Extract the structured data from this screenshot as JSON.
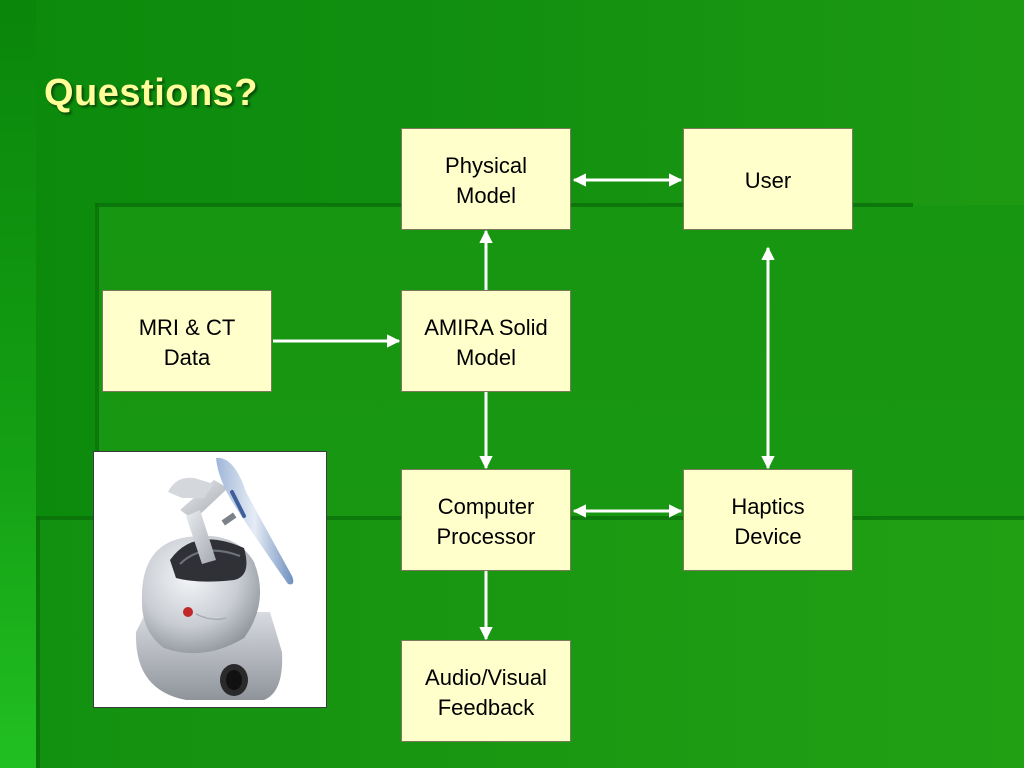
{
  "slide": {
    "title": "Questions?"
  },
  "diagram": {
    "nodes": {
      "physical_model": "Physical\nModel",
      "user": "User",
      "mri_ct": "MRI & CT\nData",
      "amira": "AMIRA Solid\nModel",
      "computer": "Computer\nProcessor",
      "haptics": "Haptics\nDevice",
      "feedback": "Audio/Visual\nFeedback"
    },
    "edges": [
      {
        "from": "physical_model",
        "to": "user",
        "direction": "both"
      },
      {
        "from": "mri_ct",
        "to": "amira",
        "direction": "forward"
      },
      {
        "from": "amira",
        "to": "physical_model",
        "direction": "forward"
      },
      {
        "from": "amira",
        "to": "computer",
        "direction": "forward"
      },
      {
        "from": "user",
        "to": "haptics",
        "direction": "both"
      },
      {
        "from": "computer",
        "to": "haptics",
        "direction": "both"
      },
      {
        "from": "computer",
        "to": "feedback",
        "direction": "forward"
      }
    ]
  },
  "colors": {
    "box_fill": "#ffffcc",
    "title_text": "#ffff99",
    "arrow": "#ffffff"
  },
  "image": {
    "icon": "haptic-device-photo"
  }
}
